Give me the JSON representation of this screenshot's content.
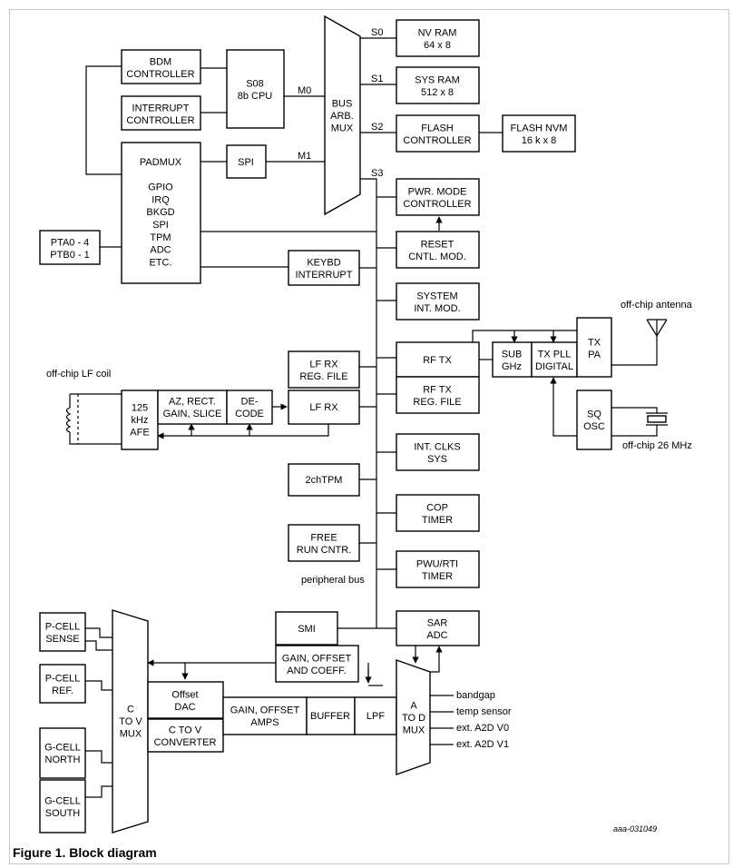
{
  "figure": {
    "caption": "Figure 1.  Block diagram",
    "code": "aaa-031049"
  },
  "blocks": {
    "nvram": [
      "NV RAM",
      "64 x 8"
    ],
    "sysram": [
      "SYS RAM",
      "512 x 8"
    ],
    "flashctl": [
      "FLASH",
      "CONTROLLER"
    ],
    "flashnvm": [
      "FLASH NVM",
      "16 k x 8"
    ],
    "bdm": [
      "BDM",
      "CONTROLLER"
    ],
    "cpu": [
      "S08",
      "8b CPU"
    ],
    "intctl": [
      "INTERRUPT",
      "CONTROLLER"
    ],
    "busarb": [
      "BUS",
      "ARB.",
      "MUX"
    ],
    "spi": [
      "SPI"
    ],
    "padmux": [
      "PADMUX",
      "",
      "GPIO",
      "IRQ",
      "BKGD",
      "SPI",
      "TPM",
      "ADC",
      "ETC."
    ],
    "pta": [
      "PTA0 - 4",
      "PTB0 - 1"
    ],
    "pwrmode": [
      "PWR. MODE",
      "CONTROLLER"
    ],
    "reset": [
      "RESET",
      "CNTL. MOD."
    ],
    "keybd": [
      "KEYBD",
      "INTERRUPT"
    ],
    "sysint": [
      "SYSTEM",
      "INT. MOD."
    ],
    "rftx": [
      "RF TX"
    ],
    "subghz": [
      "SUB",
      "GHz"
    ],
    "txpll": [
      "TX PLL",
      "DIGITAL"
    ],
    "txpa": [
      "TX",
      "PA"
    ],
    "lfrxreg": [
      "LF RX",
      "REG. FILE"
    ],
    "rftxreg": [
      "RF TX",
      "REG. FILE"
    ],
    "lfrx": [
      "LF RX"
    ],
    "afe": [
      "125",
      "kHz",
      "AFE"
    ],
    "az": [
      "AZ, RECT.",
      "GAIN, SLICE"
    ],
    "decode": [
      "DE-",
      "CODE"
    ],
    "sqosc": [
      "SQ",
      "OSC"
    ],
    "intclks": [
      "INT. CLKS",
      "SYS"
    ],
    "tpm": [
      "2chTPM"
    ],
    "cop": [
      "COP",
      "TIMER"
    ],
    "freerun": [
      "FREE",
      "RUN CNTR."
    ],
    "pwu": [
      "PWU/RTI",
      "TIMER"
    ],
    "smi": [
      "SMI"
    ],
    "sar": [
      "SAR",
      "ADC"
    ],
    "gainoff": [
      "GAIN, OFFSET",
      "AND COEFF."
    ],
    "pcellsense": [
      "P-CELL",
      "SENSE"
    ],
    "pcellref": [
      "P-CELL",
      "REF."
    ],
    "gcellnorth": [
      "G-CELL",
      "NORTH"
    ],
    "gcellsouth": [
      "G-CELL",
      "SOUTH"
    ],
    "ctov": [
      "C",
      "TO V",
      "MUX"
    ],
    "offsetdac": [
      "Offset",
      "DAC"
    ],
    "ctovconv": [
      "C TO V",
      "CONVERTER"
    ],
    "gainamps": [
      "GAIN, OFFSET",
      "AMPS"
    ],
    "buffer": [
      "BUFFER"
    ],
    "lpf": [
      "LPF"
    ],
    "atod": [
      "A",
      "TO D",
      "MUX"
    ]
  },
  "labels": {
    "s0": "S0",
    "s1": "S1",
    "s2": "S2",
    "s3": "S3",
    "m0": "M0",
    "m1": "M1",
    "antenna": "off-chip antenna",
    "lfcoil": "off-chip LF coil",
    "crystal": "off-chip 26 MHz",
    "periph": "peripheral bus",
    "bandgap": "bandgap",
    "temp": "temp sensor",
    "ext0": "ext. A2D V0",
    "ext1": "ext. A2D V1"
  }
}
